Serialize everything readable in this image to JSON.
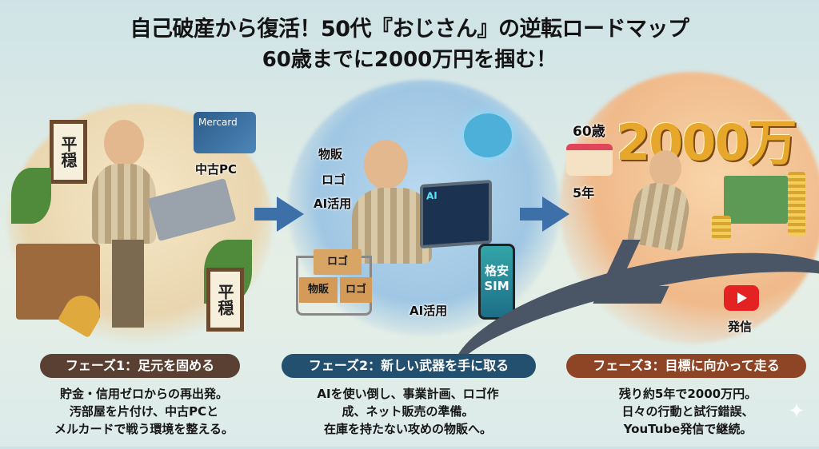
{
  "title": {
    "line1": "自己破産から復活！50代『おじさん』の逆転ロードマップ",
    "line2": "60歳までに2000万円を掴む！"
  },
  "illustration": {
    "phase1": {
      "sign_wall": "平穏",
      "sign_floor": "平穏",
      "card": "Mercard",
      "pc_label": "中古PC"
    },
    "phase2": {
      "labels": [
        "物販",
        "ロゴ",
        "AI活用"
      ],
      "screen": "AI",
      "box_logo": "ロゴ",
      "box_sales": "物販",
      "box_logo2": "ロゴ",
      "sim": "格安SIM",
      "ai_label": "AI活用"
    },
    "phase3": {
      "age": "60歳",
      "years": "5年",
      "goal": "2000万",
      "youtube_label": "発信"
    }
  },
  "phases": [
    {
      "label": "フェーズ1：足元を固める",
      "color": "#5a4033",
      "desc": [
        "貯金・信用ゼロからの再出発。",
        "汚部屋を片付け、中古PCと",
        "メルカードで戦う環境を整える。"
      ]
    },
    {
      "label": "フェーズ2：新しい武器を手に取る",
      "color": "#24506f",
      "desc": [
        "AIを使い倒し、事業計画、ロゴ作",
        "成、ネット販売の準備。",
        "在庫を持たない攻めの物販へ。"
      ]
    },
    {
      "label": "フェーズ3：目標に向かって走る",
      "color": "#8e4526",
      "desc": [
        "残り約5年で2000万円。",
        "日々の行動と試行錯誤、",
        "YouTube発信で継続。"
      ]
    }
  ],
  "colors": {
    "arrow": "#3d6fa8",
    "goal_gold": "#e7a72a",
    "youtube": "#e52222"
  }
}
